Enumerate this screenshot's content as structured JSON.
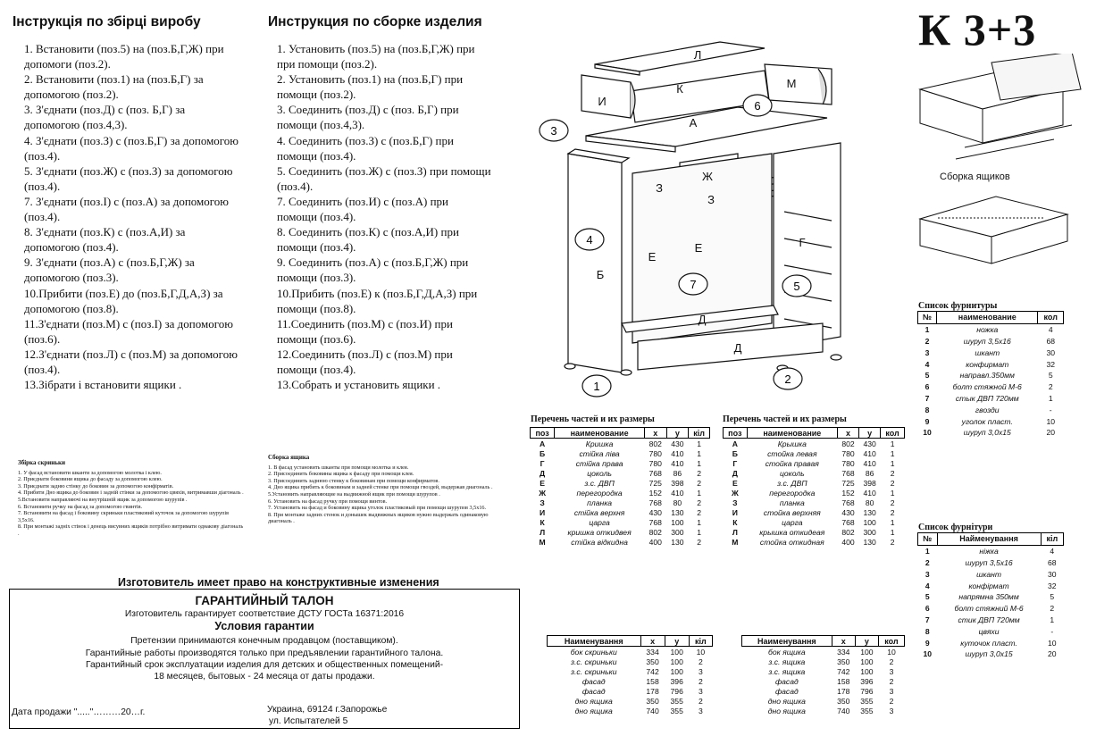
{
  "model": "К 3+3",
  "uk": {
    "title": "Інструкція по збірці виробу",
    "steps": [
      "1. Встановити (поз.5) на (поз.Б,Г,Ж) при\nдопомоги (поз.2).",
      "2. Встановити (поз.1) на (поз.Б,Г) за\nдопомогою (поз.2).",
      "3. З'єднати (поз.Д) с (поз. Б,Г) за\nдопомогою (поз.4,3).",
      "4. З'єднати (поз.З) с (поз.Б,Г) за допомогою\n(поз.4).",
      "5. З'єднати (поз.Ж) с (поз.З) за допомогою\n(поз.4).",
      "7. З'єднати (поз.І) с (поз.А) за допомогою\n(поз.4).",
      "8. З'єднати (поз.К) с (поз.А,И) за\nдопомогою (поз.4).",
      "9. З'єднати (поз.А) с (поз.Б,Г,Ж) за\nдопомогою (поз.3).",
      "10.Прибити (поз.Е) до (поз.Б,Г,Д,А,З) за\nдопомогою (поз.8).",
      "11.З'єднати (поз.М) с (поз.І) за допомогою\n(поз.6).",
      "12.З'єднати (поз.Л) с (поз.М) за допомогою\n(поз.4).",
      "13.Зібрати і встановити ящики ."
    ]
  },
  "ru": {
    "title": "Инструкция по сборке изделия",
    "steps": [
      "1. Установить (поз.5) на (поз.Б,Г,Ж) при\nпри помощи (поз.2).",
      "2. Установить (поз.1) на (поз.Б,Г) при\nпомощи (поз.2).",
      "3. Соединить (поз.Д) с (поз. Б,Г) при\nпомощи  (поз.4,3).",
      "4. Соединить  (поз.З) с  (поз.Б,Г)  при\nпомощи  (поз.4).",
      "5. Соединить (поз.Ж) с  (поз.З) при помощи\n(поз.4).",
      "7. Соединить  (поз.И) с  (поз.А) при\nпомощи (поз.4).",
      "8. Соединить  (поз.К) с  (поз.А,И) при\nпомощи (поз.4).",
      "9. Соединить  (поз.А) с (поз.Б,Г,Ж) при\nпомощи (поз.3).",
      "10.Прибить (поз.Е) к (поз.Б,Г,Д,А,З) при\nпомощи  (поз.8).",
      "11.Соединить (поз.М) с (поз.И) при\nпомощи  (поз.6).",
      "12.Соединить (поз.Л) с (поз.М) при\nпомощи  (поз.4).",
      "13.Собрать и установить ящики ."
    ]
  },
  "drawer_uk": {
    "title": "Збірка скриньки",
    "lines": [
      "1. У фасад встановити шканти за допомогою молотка і клею.",
      "2. Приєднати боковини ящика до фасаду за допомогою клею.",
      "3. Приєднати задню стінку до боковин за допомогою конфірматів.",
      "4. Прибити Дно ящика до боковин і задній стінки за допомогою цвяхів, витримавши діагональ .",
      "5.Встановити направляючі на внутрішній ящик за допомогою шурупів .",
      "6. Встановити ручку на фасад за допомогою гвинтів.",
      "7. Встановити на фасад і боковину скриньки пластиковий куточок за допомогою шурупів 3,5х16.",
      "8. При монтажі задніх стінок і денець висувних ящиків потрібно витримати однакову діагональ ."
    ]
  },
  "drawer_ru": {
    "title": "Сборка ящика",
    "lines": [
      "1. В фасад установить шканты  при помощи молотка и клея.",
      "2. Присоединить боковины ящика к фасаду при помощи клея.",
      "3. Присоединить заднюю стенку к боковинам  при помощи конфирматов.",
      "4. Дно ящика  прибить к боковинам  и задней стенке  при помощи гвоздей, выдержав диагональ .",
      "5.Установить направляющие на выдвижной ящик при помощи шурупов .",
      "6. Установить на фасад ручку при помощи винтов.",
      "7. Установить на фасад и боковину ящика уголок пластиковый при помощи шурупов 3,5х16.",
      "8. При монтаже задних стенок и донышек выдвижных ящиков нужно выдержать одинаковую диагональ ."
    ]
  },
  "drawer_assembly_caption": "Сборка ящиков",
  "parts_caption": "Перечень частей и их размеры",
  "parts_uk": {
    "headers": [
      "поз",
      "наименование",
      "x",
      "y",
      "кіл"
    ],
    "rows": [
      [
        "А",
        "Кришка",
        "802",
        "430",
        "1"
      ],
      [
        "Б",
        "стійка ліва",
        "780",
        "410",
        "1"
      ],
      [
        "Г",
        "стійка права",
        "780",
        "410",
        "1"
      ],
      [
        "Д",
        "цоколь",
        "768",
        "86",
        "2"
      ],
      [
        "Е",
        "з.с. ДВП",
        "725",
        "398",
        "2"
      ],
      [
        "Ж",
        "перегородка",
        "152",
        "410",
        "1"
      ],
      [
        "З",
        "планка",
        "768",
        "80",
        "2"
      ],
      [
        "И",
        "стійка верхня",
        "430",
        "130",
        "2"
      ],
      [
        "К",
        "царга",
        "768",
        "100",
        "1"
      ],
      [
        "Л",
        "кришка откидвея",
        "802",
        "300",
        "1"
      ],
      [
        "М",
        "стійка відкидна",
        "400",
        "130",
        "2"
      ]
    ]
  },
  "parts_ru": {
    "headers": [
      "поз",
      "наименование",
      "x",
      "y",
      "кол"
    ],
    "rows": [
      [
        "А",
        "Крышка",
        "802",
        "430",
        "1"
      ],
      [
        "Б",
        "стойка левая",
        "780",
        "410",
        "1"
      ],
      [
        "Г",
        "стойка правая",
        "780",
        "410",
        "1"
      ],
      [
        "Д",
        "цоколь",
        "768",
        "86",
        "2"
      ],
      [
        "Е",
        "з.с. ДВП",
        "725",
        "398",
        "2"
      ],
      [
        "Ж",
        "перегородка",
        "152",
        "410",
        "1"
      ],
      [
        "З",
        "планка",
        "768",
        "80",
        "2"
      ],
      [
        "И",
        "стойка верхняя",
        "430",
        "130",
        "2"
      ],
      [
        "К",
        "царга",
        "768",
        "100",
        "1"
      ],
      [
        "Л",
        "крышка откидеая",
        "802",
        "300",
        "1"
      ],
      [
        "М",
        "стойка откидная",
        "400",
        "130",
        "2"
      ]
    ]
  },
  "box_uk": {
    "headers": [
      "Наименування",
      "x",
      "y",
      "кіл"
    ],
    "rows": [
      [
        "бок скриньки",
        "334",
        "100",
        "10"
      ],
      [
        "з.с. скриньки",
        "350",
        "100",
        "2"
      ],
      [
        "з.с. скриньки",
        "742",
        "100",
        "3"
      ],
      [
        "фасад",
        "158",
        "396",
        "2"
      ],
      [
        "фасад",
        "178",
        "796",
        "3"
      ],
      [
        "дно ящика",
        "350",
        "355",
        "2"
      ],
      [
        "дно ящика",
        "740",
        "355",
        "3"
      ]
    ]
  },
  "box_ru": {
    "headers": [
      "Наименування",
      "x",
      "y",
      "кол"
    ],
    "rows": [
      [
        "бок ящика",
        "334",
        "100",
        "10"
      ],
      [
        "з.с. ящика",
        "350",
        "100",
        "2"
      ],
      [
        "з.с. ящика",
        "742",
        "100",
        "3"
      ],
      [
        "фасад",
        "158",
        "396",
        "2"
      ],
      [
        "фасад",
        "178",
        "796",
        "3"
      ],
      [
        "дно ящика",
        "350",
        "355",
        "2"
      ],
      [
        "дно ящика",
        "740",
        "355",
        "3"
      ]
    ]
  },
  "fittings_ru": {
    "title": "Список фурнитуры",
    "headers": [
      "№",
      "наименование",
      "кол"
    ],
    "rows": [
      [
        "1",
        "ножка",
        "4"
      ],
      [
        "2",
        "шуруп 3,5х16",
        "68"
      ],
      [
        "3",
        "шкант",
        "30"
      ],
      [
        "4",
        "конфирмат",
        "32"
      ],
      [
        "5",
        "направл.350мм",
        "5"
      ],
      [
        "6",
        "болт стяжной М-6",
        "2"
      ],
      [
        "7",
        "стык ДВП 720мм",
        "1"
      ],
      [
        "8",
        "гвозди",
        "-"
      ],
      [
        "9",
        "уголок пласт.",
        "10"
      ],
      [
        "10",
        "шуруп 3,0х15",
        "20"
      ]
    ]
  },
  "fittings_uk": {
    "title": "Список фурнітури",
    "headers": [
      "№",
      "Найменування",
      "кіл"
    ],
    "rows": [
      [
        "1",
        "ніжка",
        "4"
      ],
      [
        "2",
        "шуруп 3,5х16",
        "68"
      ],
      [
        "3",
        "шкант",
        "30"
      ],
      [
        "4",
        "конфірмат",
        "32"
      ],
      [
        "5",
        "напрямна 350мм",
        "5"
      ],
      [
        "6",
        "болт стяжний М-6",
        "2"
      ],
      [
        "7",
        "стик ДВП 720мм",
        "1"
      ],
      [
        "8",
        "цвяхи",
        "-"
      ],
      [
        "9",
        "куточок пласт.",
        "10"
      ],
      [
        "10",
        "шуруп 3,0х15",
        "20"
      ]
    ]
  },
  "warranty": {
    "manufacturer_note": "Изготовитель имеет право на конструктивные изменения",
    "title": "ГАРАНТИЙНЫЙ ТАЛОН",
    "standard": "Изготовитель гарантирует соответствие ДСТУ ГОСТа 16371:2016",
    "conditions_title": "Условия гарантии",
    "lines": [
      "Претензии принимаются конечным продавцом (поставщиком).",
      "Гарантийные работы производятся только при предъявлении гарантийного талона.",
      "Гарантийный срок эксплуатации изделия для детских и общественных помещений-",
      "18 месяцев, бытовых - 24 месяца от даты продажи."
    ],
    "sale_date": "Дата продажи \".....\"………20…г.",
    "address1": "Украина, 69124 г.Запорожье",
    "address2": "ул. Испытателей 5"
  },
  "diagram": {
    "part_labels": [
      "Л",
      "К",
      "М",
      "И",
      "А",
      "Ж",
      "З",
      "З",
      "Е",
      "Е",
      "Б",
      "Г",
      "Д",
      "Д"
    ],
    "callouts": [
      "6",
      "3",
      "4",
      "7",
      "5",
      "1",
      "2"
    ]
  }
}
